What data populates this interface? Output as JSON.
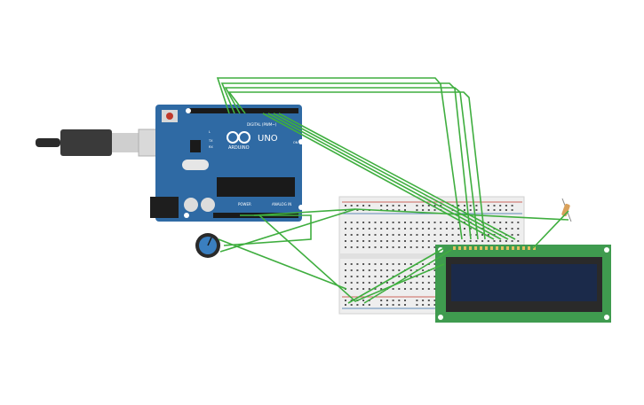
{
  "arduino": {
    "model_label": "UNO",
    "brand_label": "ARDUINO",
    "digital_label": "DIGITAL (PWM~)",
    "power_label": "POWER",
    "analog_label": "ANALOG IN",
    "led_tx": "TX",
    "led_rx": "RX",
    "led_l": "L",
    "led_on": "ON",
    "board_color": "#2f6aa4"
  },
  "breadboard": {
    "color": "#eeeeee"
  },
  "lcd": {
    "board_color": "#3f9b4f",
    "screen_color": "#1b2a4a"
  },
  "wires": {
    "color": "#3fae3f"
  },
  "potentiometer": {
    "color": "#3a7fc0"
  },
  "usb_cable": {
    "color": "#3a3a3a"
  }
}
